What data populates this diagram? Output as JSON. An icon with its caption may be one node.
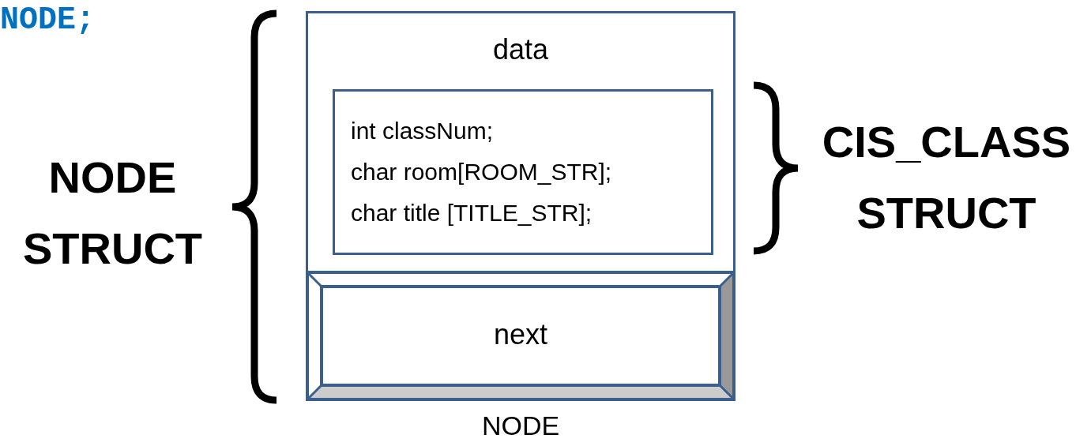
{
  "diagram": {
    "nodes": [
      {
        "text": [
          "data"
        ]
      },
      {
        "text": [
          "int classNum;",
          "char room[ROOM_STR];",
          "char title [TITLE_STR];"
        ],
        "in": 0
      },
      {
        "text": [
          "next"
        ],
        "beside": [
          "NODE"
        ]
      }
    ],
    "labels": [
      "NODE;",
      "NODE STRUCT",
      "CIS_CLASS STRUCT"
    ]
  }
}
